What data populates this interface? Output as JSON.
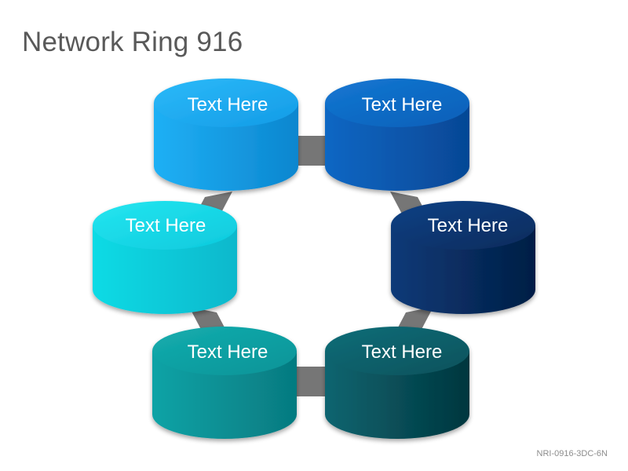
{
  "title": "Network Ring 916",
  "footer_code": "NRI-0916-3DC-6N",
  "nodes": [
    {
      "label": "Text Here",
      "color": "#16a3ec"
    },
    {
      "label": "Text Here",
      "color": "#0b68c2"
    },
    {
      "label": "Text Here",
      "color": "#06326a"
    },
    {
      "label": "Text Here",
      "color": "#0a5f6a"
    },
    {
      "label": "Text Here",
      "color": "#0aa3a4"
    },
    {
      "label": "Text Here",
      "color": "#12d8e4"
    }
  ],
  "connector_color": "#767676"
}
